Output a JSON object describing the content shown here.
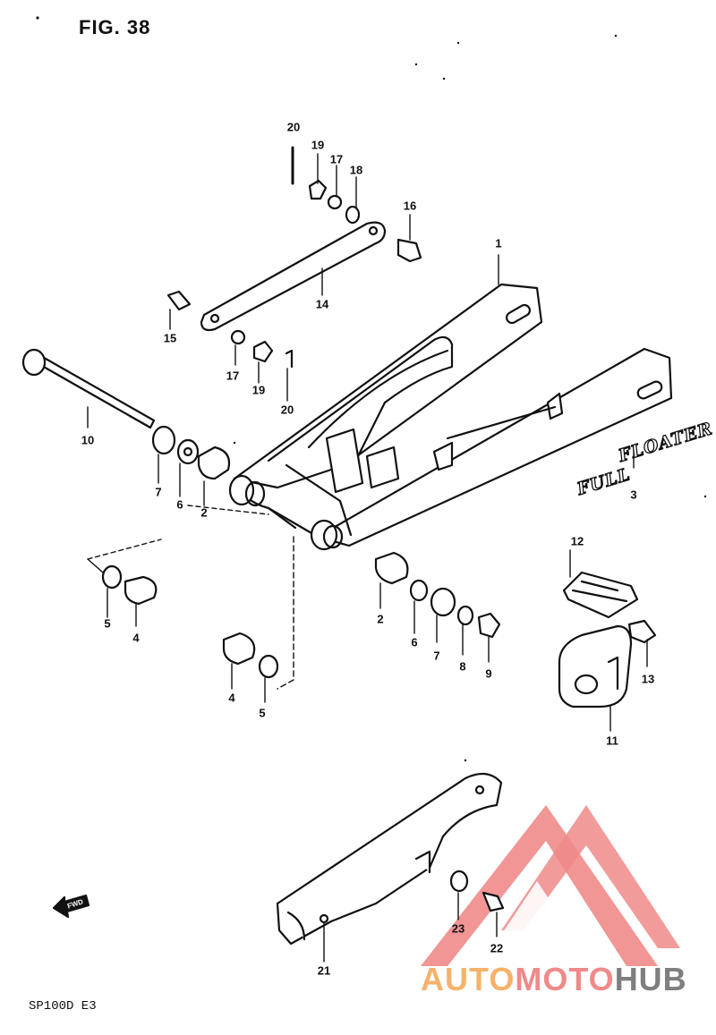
{
  "figure": {
    "title": "FIG. 38",
    "model": "SP100D E3"
  },
  "decal": {
    "line1": "FULL",
    "line2": "FLOATER"
  },
  "forward_mark": {
    "label": "FWD"
  },
  "watermark": {
    "parts": [
      "AUTO",
      "MOTO",
      "HUB"
    ],
    "colors": [
      "#f6b26b",
      "#f08a8a",
      "#7f7f7f"
    ]
  },
  "callouts": [
    {
      "id": "c1",
      "label": "1"
    },
    {
      "id": "c2a",
      "label": "2"
    },
    {
      "id": "c2b",
      "label": "2"
    },
    {
      "id": "c3",
      "label": "3"
    },
    {
      "id": "c4a",
      "label": "4"
    },
    {
      "id": "c4b",
      "label": "4"
    },
    {
      "id": "c5a",
      "label": "5"
    },
    {
      "id": "c5b",
      "label": "5"
    },
    {
      "id": "c6a",
      "label": "6"
    },
    {
      "id": "c6b",
      "label": "6"
    },
    {
      "id": "c7a",
      "label": "7"
    },
    {
      "id": "c7b",
      "label": "7"
    },
    {
      "id": "c8",
      "label": "8"
    },
    {
      "id": "c9",
      "label": "9"
    },
    {
      "id": "c10",
      "label": "10"
    },
    {
      "id": "c11",
      "label": "11"
    },
    {
      "id": "c12",
      "label": "12"
    },
    {
      "id": "c13",
      "label": "13"
    },
    {
      "id": "c14",
      "label": "14"
    },
    {
      "id": "c15",
      "label": "15"
    },
    {
      "id": "c16",
      "label": "16"
    },
    {
      "id": "c17a",
      "label": "17"
    },
    {
      "id": "c17b",
      "label": "17"
    },
    {
      "id": "c18",
      "label": "18"
    },
    {
      "id": "c19a",
      "label": "19"
    },
    {
      "id": "c19b",
      "label": "19"
    },
    {
      "id": "c20a",
      "label": "20"
    },
    {
      "id": "c20b",
      "label": "20"
    },
    {
      "id": "c21",
      "label": "21"
    },
    {
      "id": "c22",
      "label": "22"
    },
    {
      "id": "c23",
      "label": "23"
    }
  ]
}
